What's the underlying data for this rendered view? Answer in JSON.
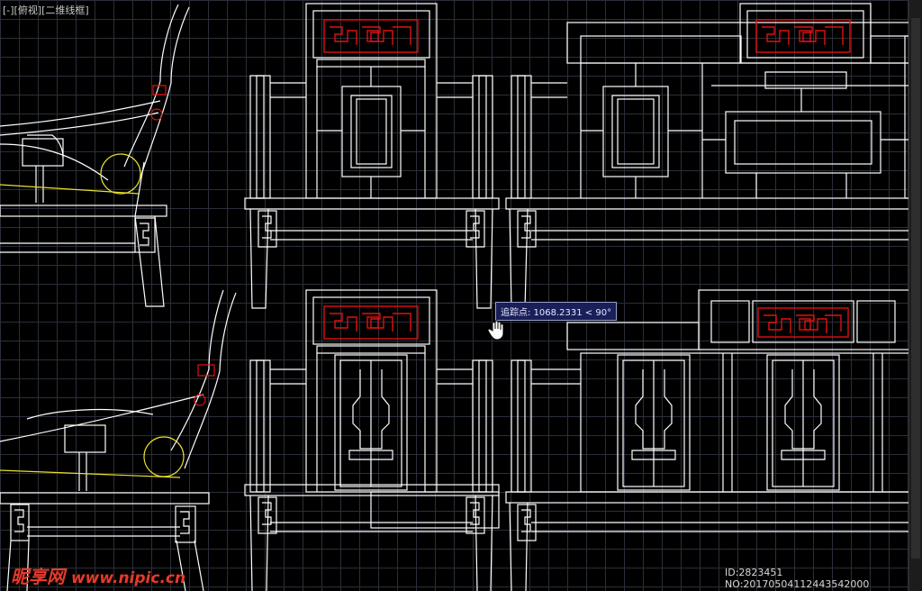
{
  "viewport": {
    "view_label": "[-][俯视][二维线框]"
  },
  "tooltip": {
    "label": "追踪点",
    "value": "1068.2331",
    "angle": "< 90°",
    "text": "追踪点: 1068.2331  <  90°"
  },
  "watermark": {
    "logo": "昵享网",
    "url": "www.nipic.cn"
  },
  "image_id": "ID:2823451 NO:20170504112443542000",
  "colors": {
    "background": "#000000",
    "line": "#ffffff",
    "accent_red": "#e01010",
    "accent_yellow": "#e8e030",
    "grid": "#2a2f38"
  },
  "icons": {
    "cursor": "hand-cursor-icon"
  }
}
